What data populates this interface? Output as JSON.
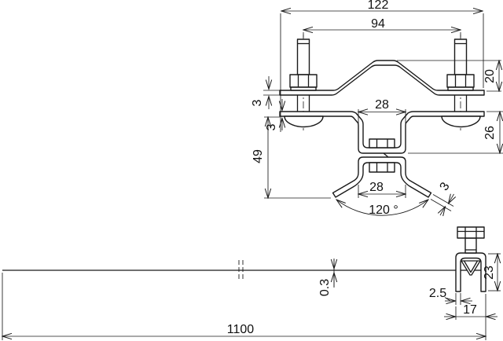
{
  "drawing": {
    "type": "technical-dimension-drawing",
    "views": {
      "top": {
        "description": "front view of conductor holder clamp with two carriage bolts",
        "dims": {
          "overall_width": "122",
          "bolt_spacing": "94",
          "peak_height": "20",
          "upper_plate_thickness": "3",
          "lower_plate_thickness": "3",
          "upper_channel_width": "28",
          "channel_depth": "26",
          "overall_height": "49",
          "lower_channel_width": "28",
          "leg_angle": "120 °",
          "leg_thickness": "3"
        }
      },
      "bottom": {
        "description": "side view of fixing strip with end clamp",
        "dims": {
          "strip_thickness": "0.3",
          "clamp_leg_thickness": "2.5",
          "clamp_width": "17",
          "clamp_height": "23",
          "strip_length": "1100"
        }
      }
    }
  }
}
